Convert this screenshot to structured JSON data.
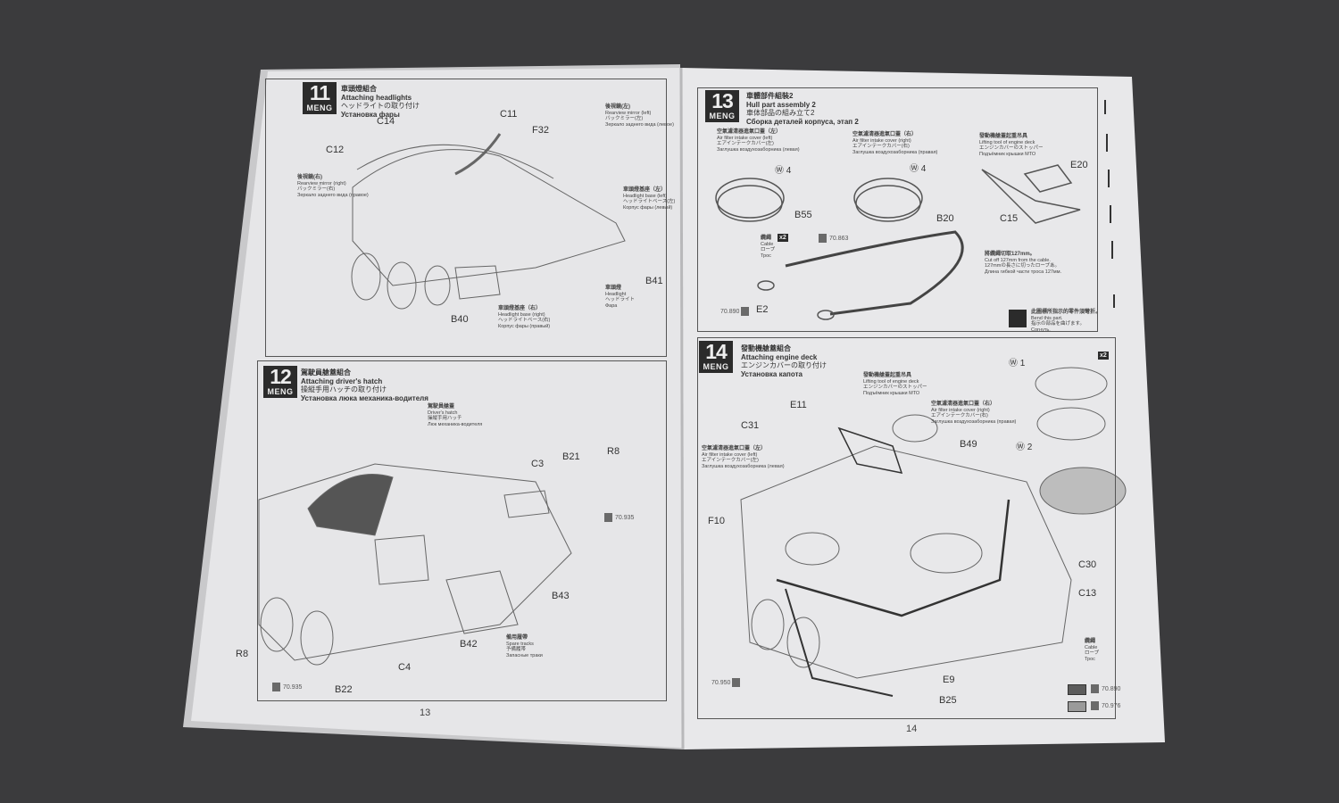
{
  "booklet": {
    "left_page_number": "13",
    "right_page_number": "14",
    "brand_logo": "MENG"
  },
  "steps": [
    {
      "number": "11",
      "title_zh": "車頭燈組合",
      "title_en": "Attaching headlights",
      "title_ja": "ヘッドライトの取り付け",
      "title_ru": "Установка фары",
      "parts": [
        "C14",
        "C11",
        "F32",
        "C12",
        "B41",
        "B40"
      ],
      "notes": [
        {
          "zh": "後視鏡(右)",
          "en": "Rearview mirror (right)",
          "ja": "バックミラー(右)",
          "ru": "Зеркало заднего вида (правое)"
        },
        {
          "zh": "後視鏡(左)",
          "en": "Rearview mirror (left)",
          "ja": "バックミラー(左)",
          "ru": "Зеркало заднего вида (левое)"
        },
        {
          "zh": "車頭燈基座（左）",
          "en": "Headlight base (left)",
          "ja": "ヘッドライトベース(左)",
          "ru": "Корпус фары (левый)"
        },
        {
          "zh": "車頭燈基座（右）",
          "en": "Headlight base (right)",
          "ja": "ヘッドライトベース(右)",
          "ru": "Корпус фары (правый)"
        },
        {
          "zh": "車頭燈",
          "en": "Headlight",
          "ja": "ヘッドライト",
          "ru": "Фара"
        }
      ]
    },
    {
      "number": "12",
      "title_zh": "駕駛員艙蓋組合",
      "title_en": "Attaching driver's hatch",
      "title_ja": "操縦手用ハッチの取り付け",
      "title_ru": "Установка люка механика-водителя",
      "parts": [
        "B21",
        "R8",
        "C3",
        "B43",
        "B42",
        "C4",
        "R8",
        "B22"
      ],
      "paint": "70.935",
      "paint2": "70.935",
      "notes": [
        {
          "zh": "駕駛員艙蓋",
          "en": "Driver's hatch",
          "ja": "操縦手用ハッチ",
          "ru": "Люк механика-водителя"
        },
        {
          "zh": "備用履帶",
          "en": "Spare tracks",
          "ja": "予備履帯",
          "ru": "Запасные траки"
        }
      ]
    },
    {
      "number": "13",
      "title_zh": "車體部件組裝2",
      "title_en": "Hull part assembly 2",
      "title_ja": "車体部品の組み立て2",
      "title_ru": "Сборка деталей корпуса, этап 2",
      "parts": [
        "B55",
        "B20",
        "E20",
        "C15",
        "E2"
      ],
      "w_left": "4",
      "w_right": "4",
      "cable_qty": "x2",
      "paint_cable": "70.863",
      "paint_eye": "70.890",
      "notes": [
        {
          "zh": "空氣濾清器進氣口蓋（左）",
          "en": "Air filter intake cover (left)",
          "ja": "エアインテークカバー(左)",
          "ru": "Заглушка воздухозаборника (левая)"
        },
        {
          "zh": "空氣濾清器進氣口蓋（右）",
          "en": "Air filter intake cover (right)",
          "ja": "エアインテークカバー(右)",
          "ru": "Заглушка воздухозаборника (правая)"
        },
        {
          "zh": "發動機艙蓋起重吊具",
          "en": "Lifting tool of engine deck",
          "ja": "エンジンカバーのストッパー",
          "ru": "Подъёмник крышки МТО"
        },
        {
          "zh": "纜繩",
          "en": "Cable",
          "ja": "ロープ",
          "ru": "Трос"
        },
        {
          "zh": "將纜繩切取127mm。",
          "en": "Cut off 127mm from the cable.",
          "ja": "127mmの長さに切ったロープあ。",
          "ru": "Длина гибкой части троса 127мм."
        },
        {
          "zh": "此圖標所指示的零件須彎折。",
          "en": "Bend this part.",
          "ja": "指示の部品を曲げます。",
          "ru": "Согнуть."
        }
      ]
    },
    {
      "number": "14",
      "title_zh": "發動機艙蓋組合",
      "title_en": "Attaching engine deck",
      "title_ja": "エンジンカバーの取り付け",
      "title_ru": "Установка капота",
      "parts": [
        "E11",
        "C31",
        "B49",
        "F10",
        "C30",
        "C13",
        "E9",
        "B25"
      ],
      "w1": "1",
      "w2": "2",
      "qty": "x2",
      "paint_left": "70.950",
      "legend": [
        {
          "code": "70.890",
          "color": "#5c5c5c"
        },
        {
          "code": "70.976",
          "color": "#9a9a9a"
        }
      ],
      "notes": [
        {
          "zh": "發動機艙蓋起重吊具",
          "en": "Lifting tool of engine deck",
          "ja": "エンジンカバーのストッパー",
          "ru": "Подъёмник крышки МТО"
        },
        {
          "zh": "空氣濾清器進氣口蓋（右）",
          "en": "Air filter intake cover (right)",
          "ja": "エアインテークカバー(右)",
          "ru": "Заглушка воздухозаборника (правая)"
        },
        {
          "zh": "空氣濾清器進氣口蓋（左）",
          "en": "Air filter intake cover (left)",
          "ja": "エアインテークカバー(左)",
          "ru": "Заглушка воздухозаборника (левая)"
        },
        {
          "zh": "纜繩",
          "en": "Cable",
          "ja": "ロープ",
          "ru": "Трос"
        }
      ]
    }
  ]
}
